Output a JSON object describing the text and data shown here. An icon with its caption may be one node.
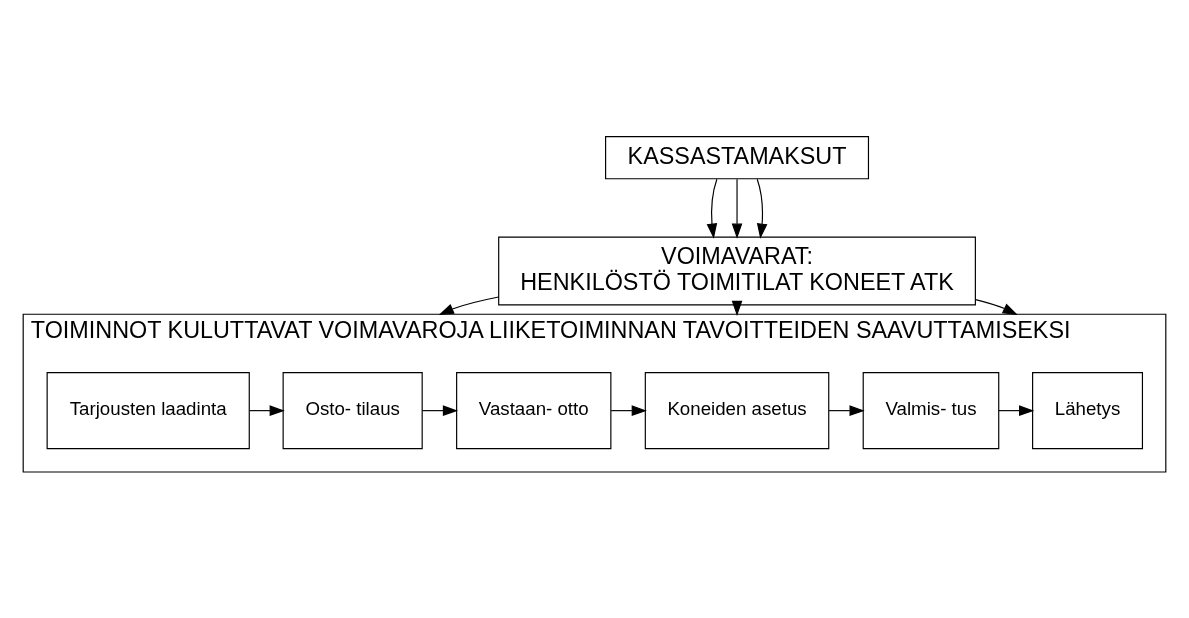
{
  "diagram": {
    "nodes": [
      {
        "text": [
          "KASSASTAMAKSUT"
        ]
      },
      {
        "text": [
          "VOIMAVARAT:",
          "HENKILÖSTÖ TOIMITILAT KONEET ATK"
        ]
      },
      {
        "text": [
          "TOIMINNOT KULUTTAVAT VOIMAVAROJA LIIKETOIMINNAN TAVOITTEIDEN SAAVUTTAMISEKSI"
        ]
      },
      {
        "text": [
          "Tarjousten laadinta"
        ],
        "in": 2
      },
      {
        "text": [
          "Osto- tilaus"
        ],
        "in": 2
      },
      {
        "text": [
          "Vastaan- otto"
        ],
        "in": 2
      },
      {
        "text": [
          "Koneiden asetus"
        ],
        "in": 2
      },
      {
        "text": [
          "Valmis- tus"
        ],
        "in": 2
      },
      {
        "text": [
          "Lähetys"
        ],
        "in": 2
      }
    ],
    "edges": [
      {
        "from": 0,
        "to": 1,
        "arrow": "to"
      },
      {
        "from": 0,
        "to": 1,
        "arrow": "to"
      },
      {
        "from": 0,
        "to": 1,
        "arrow": "to"
      },
      {
        "from": 1,
        "to": 2,
        "arrow": "to"
      },
      {
        "from": 1,
        "to": 2,
        "arrow": "to"
      },
      {
        "from": 1,
        "to": 2,
        "arrow": "to"
      },
      {
        "from": 3,
        "to": 4,
        "arrow": "to"
      },
      {
        "from": 4,
        "to": 5,
        "arrow": "to"
      },
      {
        "from": 5,
        "to": 6,
        "arrow": "to"
      },
      {
        "from": 6,
        "to": 7,
        "arrow": "to"
      },
      {
        "from": 7,
        "to": 8,
        "arrow": "to"
      }
    ]
  }
}
